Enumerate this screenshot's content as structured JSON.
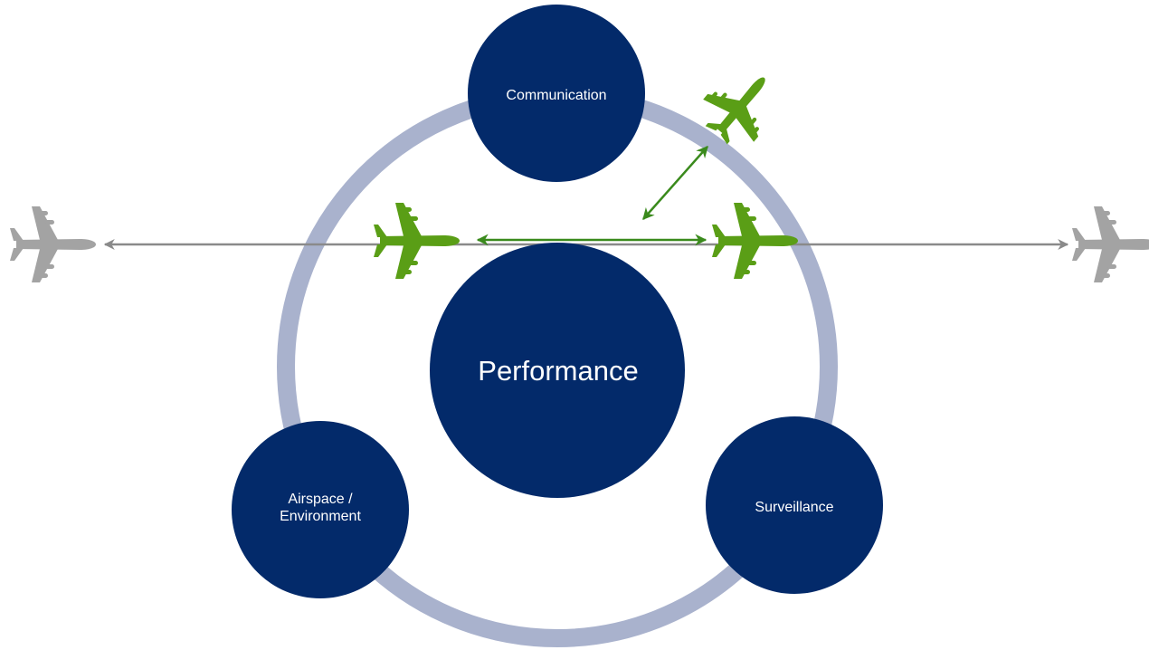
{
  "diagram": {
    "center_label": "Performance",
    "nodes": {
      "communication": "Communication",
      "airspace_line1": "Airspace /",
      "airspace_line2": "Environment",
      "surveillance": "Surveillance"
    }
  },
  "colors": {
    "node_fill": "#032a6a",
    "ring": "#a9b2cd",
    "aircraft_green": "#5a9e16",
    "arrow_green": "#3a8a1c",
    "aircraft_gray": "#a3a3a3",
    "arrow_gray": "#8a8a8a",
    "text": "#ffffff"
  },
  "icons": {
    "aircraft": "airplane-icon",
    "arrow": "double-headed-arrow"
  }
}
